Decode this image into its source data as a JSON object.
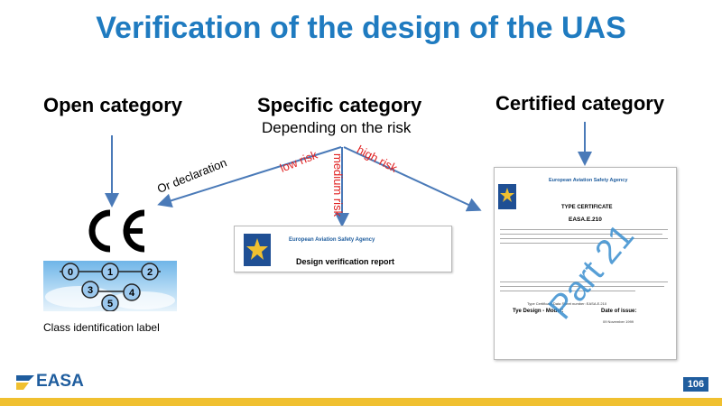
{
  "title": "Verification of the design of the UAS",
  "categories": {
    "open": "Open category",
    "specific": "Specific category",
    "certified": "Certified category"
  },
  "specific_subtitle": "Depending on the risk",
  "arrow_labels": {
    "declaration": "Or declaration",
    "low": "low risk",
    "medium": "medium risk",
    "high": "high risk"
  },
  "open_category": {
    "ce_mark": "CE",
    "class_numbers": [
      "0",
      "1",
      "2",
      "3",
      "4",
      "5"
    ],
    "caption": "Class identification label"
  },
  "report": {
    "agency": "European Aviation Safety Agency",
    "title": "Design verification report"
  },
  "certificate": {
    "agency": "European Aviation Safety Agency",
    "heading": "TYPE CERTIFICATE",
    "number": "EASA.E.210",
    "datasheet": "Type Certificate Data Sheet number: EASA.E.210",
    "design_label": "Tye Design - Model:",
    "issue_label": "Date of issue:",
    "issue_date": "09 November 1999",
    "stamp": "Part 21"
  },
  "footer": {
    "logo_text": "EASA",
    "page_number": "106"
  },
  "colors": {
    "title": "#1f7bc0",
    "arrow": "#4a7ab8",
    "risk_label": "#e02020",
    "footer_bar": "#f0c030",
    "easa_blue": "#1f5d9e"
  }
}
